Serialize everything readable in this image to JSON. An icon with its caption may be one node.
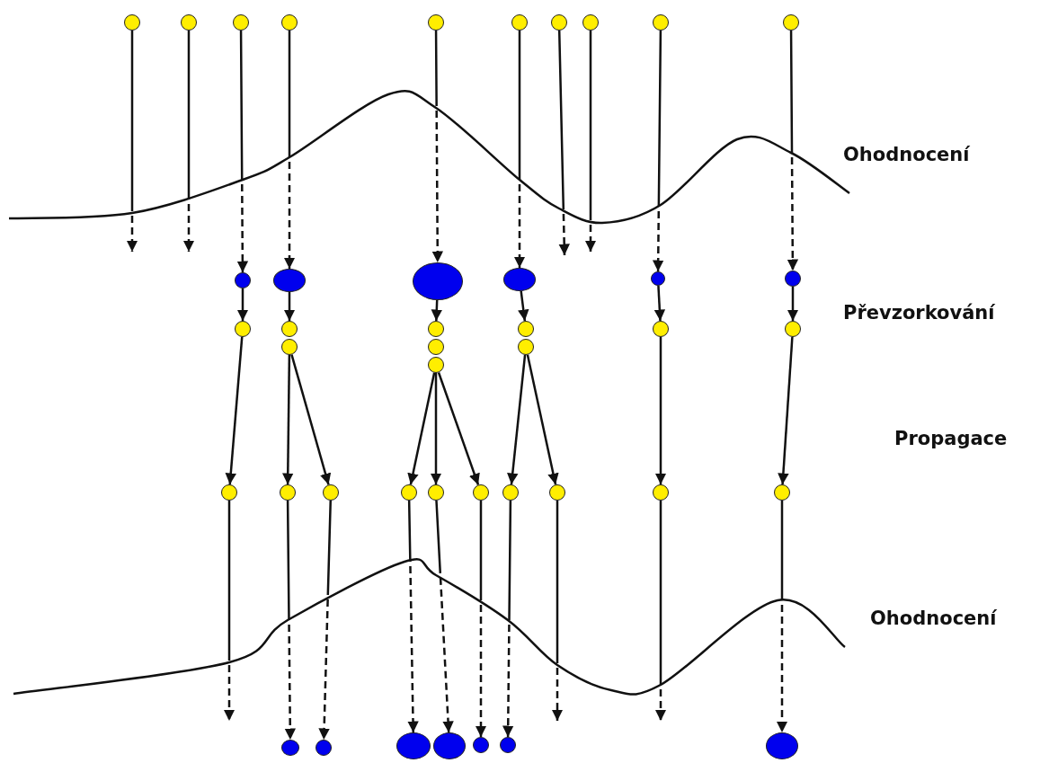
{
  "diagram": {
    "nodes": [
      {
        "text": [],
        "shape": "circle"
      },
      {
        "text": [],
        "shape": "circle"
      },
      {
        "text": [],
        "shape": "circle"
      },
      {
        "text": [],
        "shape": "circle"
      },
      {
        "text": [],
        "shape": "circle"
      },
      {
        "text": [],
        "shape": "circle"
      },
      {
        "text": [],
        "shape": "circle"
      },
      {
        "text": [],
        "shape": "circle"
      },
      {
        "text": [],
        "shape": "circle"
      },
      {
        "text": [],
        "shape": "circle"
      },
      {
        "text": [],
        "shape": "circle"
      },
      {
        "text": [],
        "shape": "circle"
      },
      {
        "text": [],
        "shape": "circle"
      },
      {
        "text": [],
        "shape": "circle"
      },
      {
        "text": [],
        "shape": "circle"
      },
      {
        "text": [],
        "shape": "circle"
      },
      {
        "text": [],
        "shape": "circle"
      },
      {
        "text": [],
        "shape": "circle"
      },
      {
        "text": [],
        "shape": "circle"
      },
      {
        "text": [],
        "shape": "circle"
      },
      {
        "text": [],
        "shape": "circle"
      },
      {
        "text": [],
        "shape": "circle"
      },
      {
        "text": [],
        "shape": "circle"
      },
      {
        "text": [],
        "shape": "circle"
      },
      {
        "text": [],
        "shape": "circle"
      },
      {
        "text": [],
        "shape": "circle"
      },
      {
        "text": [],
        "shape": "circle"
      },
      {
        "text": [],
        "shape": "circle"
      },
      {
        "text": [],
        "shape": "circle"
      },
      {
        "text": [],
        "shape": "circle"
      },
      {
        "text": [],
        "shape": "circle"
      },
      {
        "text": [],
        "shape": "circle"
      },
      {
        "text": [],
        "shape": "circle"
      },
      {
        "text": [],
        "shape": "circle"
      },
      {
        "text": [],
        "shape": "circle"
      },
      {
        "text": [],
        "shape": "circle"
      },
      {
        "text": [],
        "shape": "circle"
      },
      {
        "text": [],
        "shape": "circle"
      },
      {
        "text": [],
        "shape": "circle"
      },
      {
        "text": [],
        "shape": "circle"
      },
      {
        "text": [],
        "shape": "circle"
      },
      {
        "text": [],
        "shape": "circle"
      },
      {
        "text": [],
        "shape": "circle"
      }
    ],
    "edges": [
      {
        "from": 0,
        "to": null,
        "arrow": "to",
        "style": "dashed"
      },
      {
        "from": 1,
        "to": null,
        "arrow": "to",
        "style": "dashed"
      },
      {
        "from": 2,
        "to": 10,
        "arrow": "to",
        "style": "dashed"
      },
      {
        "from": 3,
        "to": 11,
        "arrow": "to",
        "style": "dashed"
      },
      {
        "from": 4,
        "to": 12,
        "arrow": "to",
        "style": "dashed"
      },
      {
        "from": 5,
        "to": 13,
        "arrow": "to",
        "style": "dashed"
      },
      {
        "from": 6,
        "to": null,
        "arrow": "to",
        "style": "dashed"
      },
      {
        "from": 7,
        "to": null,
        "arrow": "to",
        "style": "dashed"
      },
      {
        "from": 8,
        "to": 14,
        "arrow": "to",
        "style": "dashed"
      },
      {
        "from": 9,
        "to": 15,
        "arrow": "to",
        "style": "dashed"
      },
      {
        "from": 10,
        "to": 16,
        "arrow": "to"
      },
      {
        "from": 11,
        "to": 17,
        "arrow": "to"
      },
      {
        "from": 12,
        "to": 19,
        "arrow": "to"
      },
      {
        "from": 13,
        "to": 22,
        "arrow": "to"
      },
      {
        "from": 14,
        "to": 24,
        "arrow": "to"
      },
      {
        "from": 15,
        "to": 25,
        "arrow": "to"
      },
      {
        "from": 16,
        "to": 26,
        "arrow": "to"
      },
      {
        "from": 18,
        "to": 27,
        "arrow": "to"
      },
      {
        "from": 18,
        "to": 28,
        "arrow": "to"
      },
      {
        "from": 21,
        "to": 29,
        "arrow": "to"
      },
      {
        "from": 21,
        "to": 30,
        "arrow": "to"
      },
      {
        "from": 21,
        "to": 31,
        "arrow": "to"
      },
      {
        "from": 23,
        "to": 32,
        "arrow": "to"
      },
      {
        "from": 23,
        "to": 33,
        "arrow": "to"
      },
      {
        "from": 24,
        "to": 34,
        "arrow": "to"
      },
      {
        "from": 25,
        "to": 35,
        "arrow": "to"
      },
      {
        "from": 26,
        "to": null,
        "arrow": "to",
        "style": "dashed"
      },
      {
        "from": 27,
        "to": 36,
        "arrow": "to",
        "style": "dashed"
      },
      {
        "from": 28,
        "to": 37,
        "arrow": "to",
        "style": "dashed"
      },
      {
        "from": 29,
        "to": 38,
        "arrow": "to",
        "style": "dashed"
      },
      {
        "from": 30,
        "to": 39,
        "arrow": "to",
        "style": "dashed"
      },
      {
        "from": 31,
        "to": 40,
        "arrow": "to",
        "style": "dashed"
      },
      {
        "from": 32,
        "to": 41,
        "arrow": "to",
        "style": "dashed"
      },
      {
        "from": 33,
        "to": null,
        "arrow": "to",
        "style": "dashed"
      },
      {
        "from": 34,
        "to": null,
        "arrow": "to",
        "style": "dashed"
      },
      {
        "from": 35,
        "to": 42,
        "arrow": "to",
        "style": "dashed"
      }
    ],
    "labels": [
      "Ohodnocení",
      "Převzorkování",
      "Propagace",
      "Ohodnocení"
    ]
  }
}
